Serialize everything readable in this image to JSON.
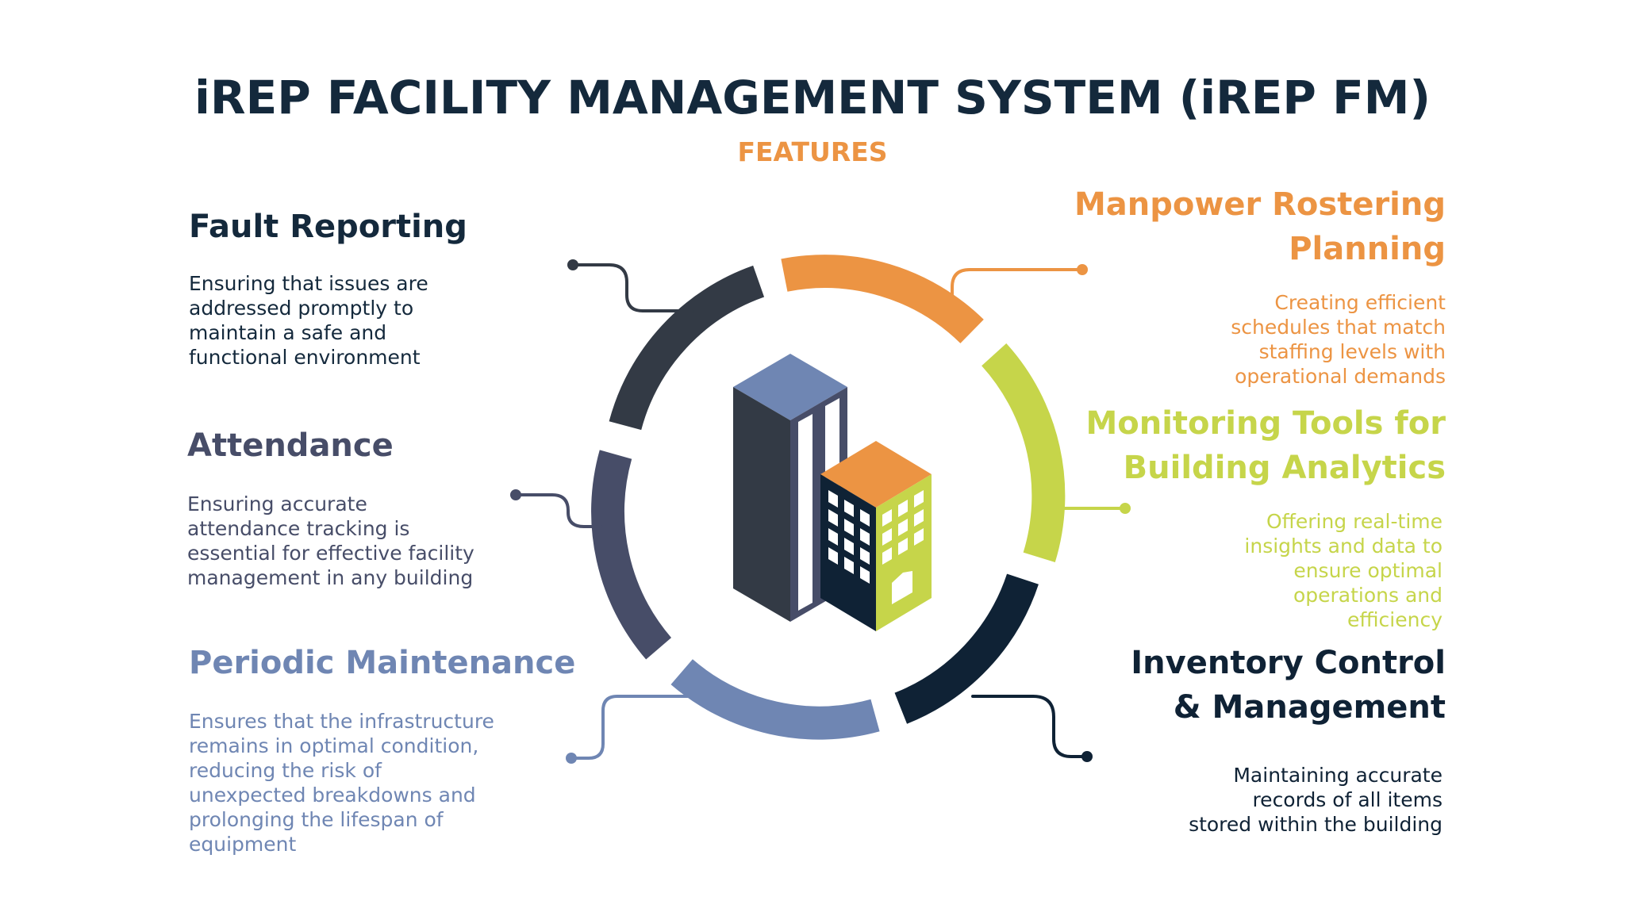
{
  "header": {
    "title": "iREP FACILITY MANAGEMENT SYSTEM (iREP FM)",
    "subtitle": "FEATURES"
  },
  "features": {
    "fault_reporting": {
      "title": "Fault Reporting",
      "description": "Ensuring that issues are\naddressed promptly to\nmaintain a safe and\nfunctional environment"
    },
    "attendance": {
      "title": "Attendance",
      "description": "Ensuring accurate\nattendance tracking is\nessential for effective facility\nmanagement in any building"
    },
    "periodic_maintenance": {
      "title": "Periodic Maintenance",
      "description": "Ensures that the infrastructure\nremains in optimal condition,\nreducing the risk of\nunexpected breakdowns and\nprolonging the lifespan of\nequipment"
    },
    "manpower_rostering": {
      "title": "Manpower Rostering\nPlanning",
      "description": "Creating efficient\nschedules that match\nstaffing levels with\noperational demands"
    },
    "monitoring_tools": {
      "title": "Monitoring Tools for\nBuilding Analytics",
      "description": "Offering real-time\ninsights and data to\nensure optimal\noperations and\nefficiency"
    },
    "inventory_control": {
      "title": "Inventory Control\n& Management",
      "description": "Maintaining accurate\nrecords of all items\nstored within the building"
    }
  },
  "colors": {
    "navy": "#14293c",
    "dark_navy": "#0f2235",
    "charcoal": "#333a45",
    "slate": "#474d68",
    "periwinkle": "#6f86b3",
    "orange": "#ec9443",
    "lime": "#c6d54a"
  }
}
